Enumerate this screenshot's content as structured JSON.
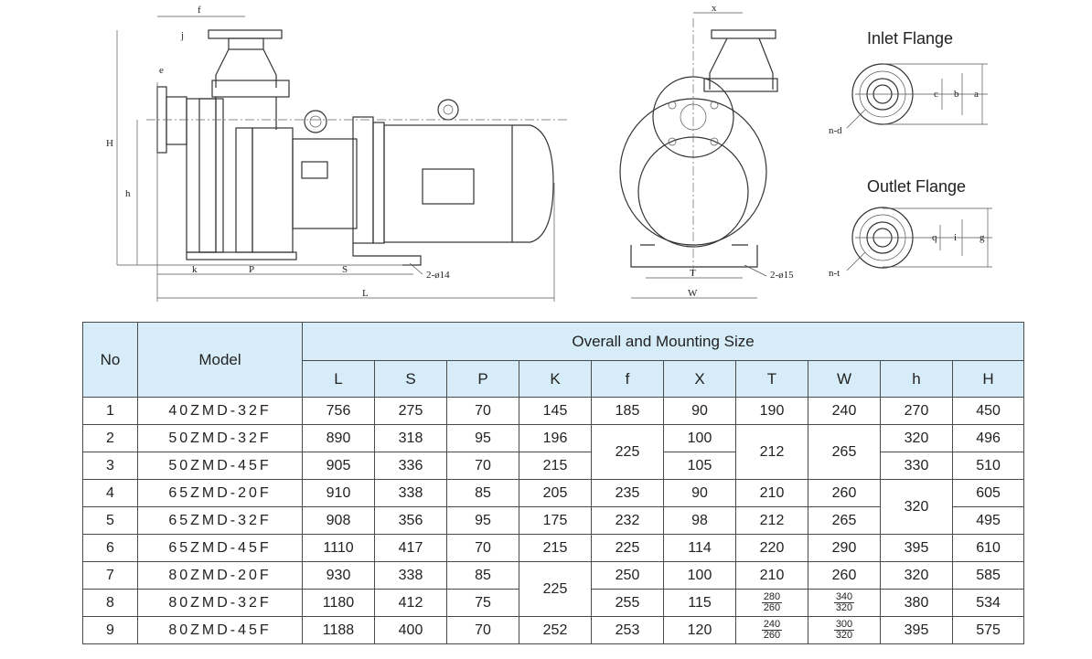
{
  "drawing": {
    "inlet_flange_title": "Inlet Flange",
    "outlet_flange_title": "Outlet Flange",
    "dims": {
      "f": "f",
      "j": "j",
      "e": "e",
      "H": "H",
      "h": "h",
      "k": "k",
      "P": "P",
      "S": "S",
      "L": "L",
      "holes_side": "2-ø14",
      "x": "x",
      "T": "T",
      "W": "W",
      "holes_front": "2-ø15",
      "c": "c",
      "b": "b",
      "a": "a",
      "nd": "n-d",
      "q": "q",
      "i": "i",
      "g": "g",
      "nt": "n-t"
    }
  },
  "table": {
    "header_no": "No",
    "header_model": "Model",
    "header_group": "Overall and Mounting Size",
    "columns": [
      "L",
      "S",
      "P",
      "K",
      "f",
      "X",
      "T",
      "W",
      "h",
      "H"
    ],
    "rows": [
      {
        "no": "1",
        "model": "40ZMD-32F",
        "L": "756",
        "S": "275",
        "P": "70",
        "K": "145",
        "f": "185",
        "X": "90",
        "T": "190",
        "W": "240",
        "h": "270",
        "H": "450"
      },
      {
        "no": "2",
        "model": "50ZMD-32F",
        "L": "890",
        "S": "318",
        "P": "95",
        "K": "196",
        "f": "225",
        "X": "100",
        "T": "212",
        "W": "265",
        "h": "320",
        "H": "496"
      },
      {
        "no": "3",
        "model": "50ZMD-45F",
        "L": "905",
        "S": "336",
        "P": "70",
        "K": "215",
        "X": "105",
        "h": "330",
        "H": "510"
      },
      {
        "no": "4",
        "model": "65ZMD-20F",
        "L": "910",
        "S": "338",
        "P": "85",
        "K": "205",
        "f": "235",
        "X": "90",
        "T": "210",
        "W": "260",
        "h": "320",
        "H": "605"
      },
      {
        "no": "5",
        "model": "65ZMD-32F",
        "L": "908",
        "S": "356",
        "P": "95",
        "K": "175",
        "f": "232",
        "X": "98",
        "T": "212",
        "W": "265",
        "H": "495"
      },
      {
        "no": "6",
        "model": "65ZMD-45F",
        "L": "1110",
        "S": "417",
        "P": "70",
        "K": "215",
        "f": "225",
        "X": "114",
        "T": "220",
        "W": "290",
        "h": "395",
        "H": "610"
      },
      {
        "no": "7",
        "model": "80ZMD-20F",
        "L": "930",
        "S": "338",
        "P": "85",
        "K": "225",
        "f": "250",
        "X": "100",
        "T": "210",
        "W": "260",
        "h": "320",
        "H": "585"
      },
      {
        "no": "8",
        "model": "80ZMD-32F",
        "L": "1180",
        "S": "412",
        "P": "75",
        "f": "255",
        "X": "115",
        "T_top": "280",
        "T_bot": "260",
        "W_top": "340",
        "W_bot": "320",
        "h": "380",
        "H": "534"
      },
      {
        "no": "9",
        "model": "80ZMD-45F",
        "L": "1188",
        "S": "400",
        "P": "70",
        "K": "252",
        "f": "253",
        "X": "120",
        "T_top": "240",
        "T_bot": "260",
        "W_top": "300",
        "W_bot": "320",
        "h": "395",
        "H": "575"
      }
    ]
  }
}
